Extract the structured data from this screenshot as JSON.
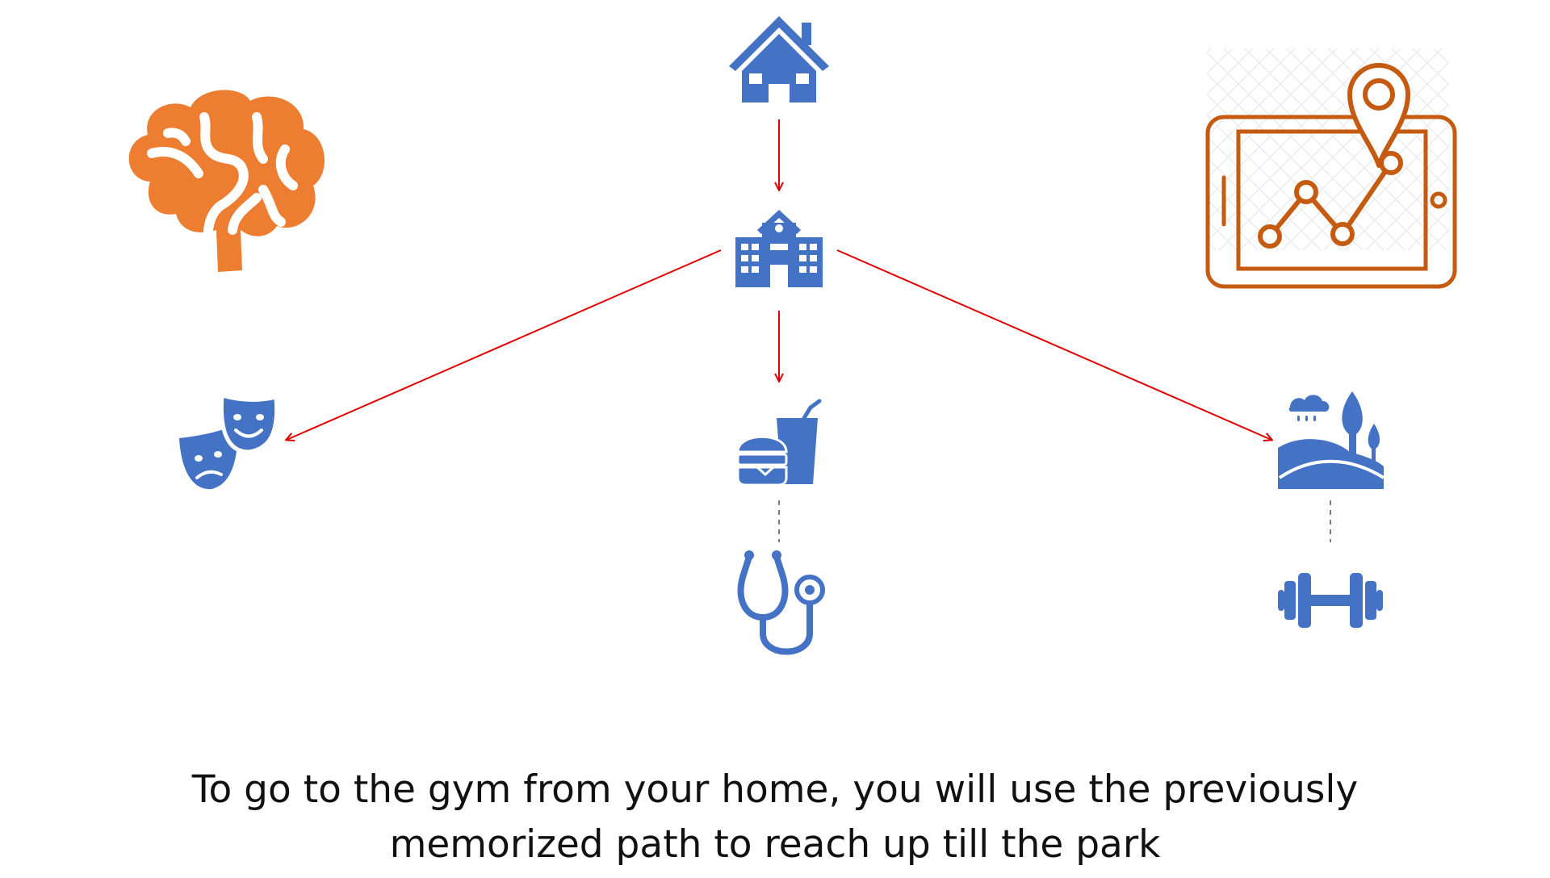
{
  "colors": {
    "icon_blue": "#4472C4",
    "brain_orange": "#ED7D31",
    "map_orange": "#C55A11",
    "arrow_red": "#E00000",
    "dashed_gray": "#7F7F7F"
  },
  "nodes": [
    {
      "id": "home",
      "icon": "house-icon"
    },
    {
      "id": "school",
      "icon": "school-icon"
    },
    {
      "id": "theater",
      "icon": "theater-masks-icon"
    },
    {
      "id": "food",
      "icon": "fast-food-icon"
    },
    {
      "id": "park",
      "icon": "park-icon"
    },
    {
      "id": "doctor",
      "icon": "stethoscope-icon"
    },
    {
      "id": "gym",
      "icon": "dumbbell-icon"
    }
  ],
  "edges": [
    {
      "from": "home",
      "to": "school",
      "style": "solid-arrow"
    },
    {
      "from": "school",
      "to": "theater",
      "style": "solid-arrow"
    },
    {
      "from": "school",
      "to": "food",
      "style": "solid-arrow"
    },
    {
      "from": "school",
      "to": "park",
      "style": "solid-arrow"
    },
    {
      "from": "food",
      "to": "doctor",
      "style": "dashed"
    },
    {
      "from": "park",
      "to": "gym",
      "style": "dashed"
    }
  ],
  "decorations": {
    "left": "brain-icon",
    "right": "map-tablet-icon"
  },
  "caption": {
    "line1": "To go to the gym from your home, you will use the previously",
    "line2": "memorized path to reach up till the park"
  }
}
